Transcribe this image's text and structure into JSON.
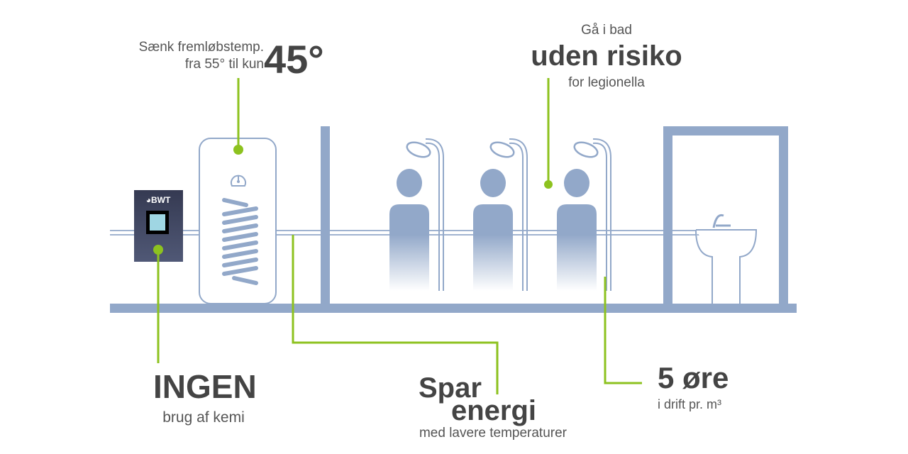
{
  "colors": {
    "structure": "#92a8c9",
    "accent": "#8dc21f",
    "device": "#3f4560",
    "screen": "#9fd6e3",
    "text": "#444444"
  },
  "device": {
    "brand": "BWT"
  },
  "callouts": {
    "temperature": {
      "line1": "Sænk fremløbstemp.",
      "line2": "fra 55° til kun",
      "value": "45°"
    },
    "legionella": {
      "pre": "Gå i bad",
      "headline": "uden risiko",
      "post": "for legionella"
    },
    "chemicals": {
      "headline": "INGEN",
      "sub": "brug af kemi"
    },
    "energy": {
      "headline1": "Spar",
      "headline2": "energi",
      "sub": "med lavere temperaturer"
    },
    "cost": {
      "headline": "5 øre",
      "sub": "i drift pr. m³"
    }
  }
}
